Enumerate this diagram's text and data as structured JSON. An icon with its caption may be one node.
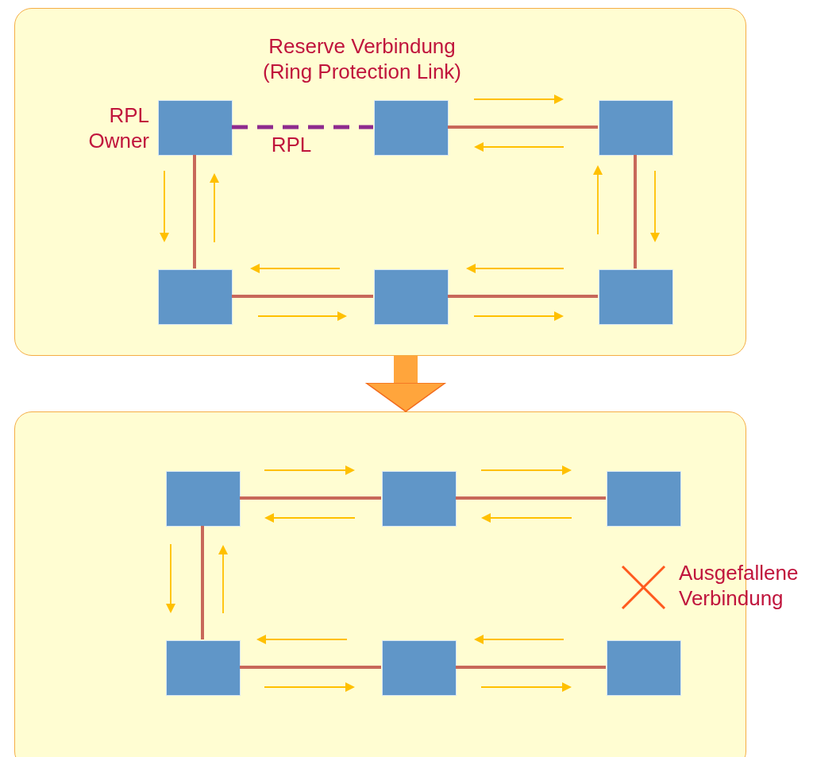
{
  "diagram": {
    "nodes": [
      {
        "text": [],
        "shape": "box"
      },
      {
        "text": [],
        "shape": "box",
        "in": 0,
        "beside": [
          "RPL Owner"
        ]
      },
      {
        "text": [],
        "shape": "box",
        "in": 0
      },
      {
        "text": [],
        "shape": "box",
        "in": 0
      },
      {
        "text": [],
        "shape": "box",
        "in": 0
      },
      {
        "text": [],
        "shape": "box",
        "in": 0
      },
      {
        "text": [],
        "shape": "box",
        "in": 0
      },
      {
        "text": [],
        "shape": "box"
      },
      {
        "text": [],
        "shape": "box",
        "in": 7
      },
      {
        "text": [],
        "shape": "box",
        "in": 7
      },
      {
        "text": [],
        "shape": "box",
        "in": 7
      },
      {
        "text": [],
        "shape": "box",
        "in": 7
      },
      {
        "text": [],
        "shape": "box",
        "in": 7
      },
      {
        "text": [],
        "shape": "box",
        "in": 7
      }
    ],
    "edges": [
      {
        "from": 1,
        "to": 2,
        "arrow": "none",
        "label": "RPL",
        "style": "dashed",
        "color": "#8e2a8e"
      },
      {
        "from": 2,
        "to": 3,
        "arrow": "none"
      },
      {
        "from": 1,
        "to": 4,
        "arrow": "none"
      },
      {
        "from": 4,
        "to": 5,
        "arrow": "none"
      },
      {
        "from": 5,
        "to": 6,
        "arrow": "none"
      },
      {
        "from": 3,
        "to": 6,
        "arrow": "none"
      },
      {
        "from": 0,
        "to": 7,
        "arrow": "to",
        "style": "thick",
        "color": "#ffa53c"
      },
      {
        "from": 8,
        "to": 9,
        "arrow": "none"
      },
      {
        "from": 9,
        "to": 10,
        "arrow": "none"
      },
      {
        "from": 8,
        "to": 11,
        "arrow": "none"
      },
      {
        "from": 11,
        "to": 12,
        "arrow": "none"
      },
      {
        "from": 12,
        "to": 13,
        "arrow": "none"
      }
    ],
    "labels": [
      "Reserve Verbindung (Ring Protection Link)",
      "Ausgefallene Verbindung"
    ]
  }
}
